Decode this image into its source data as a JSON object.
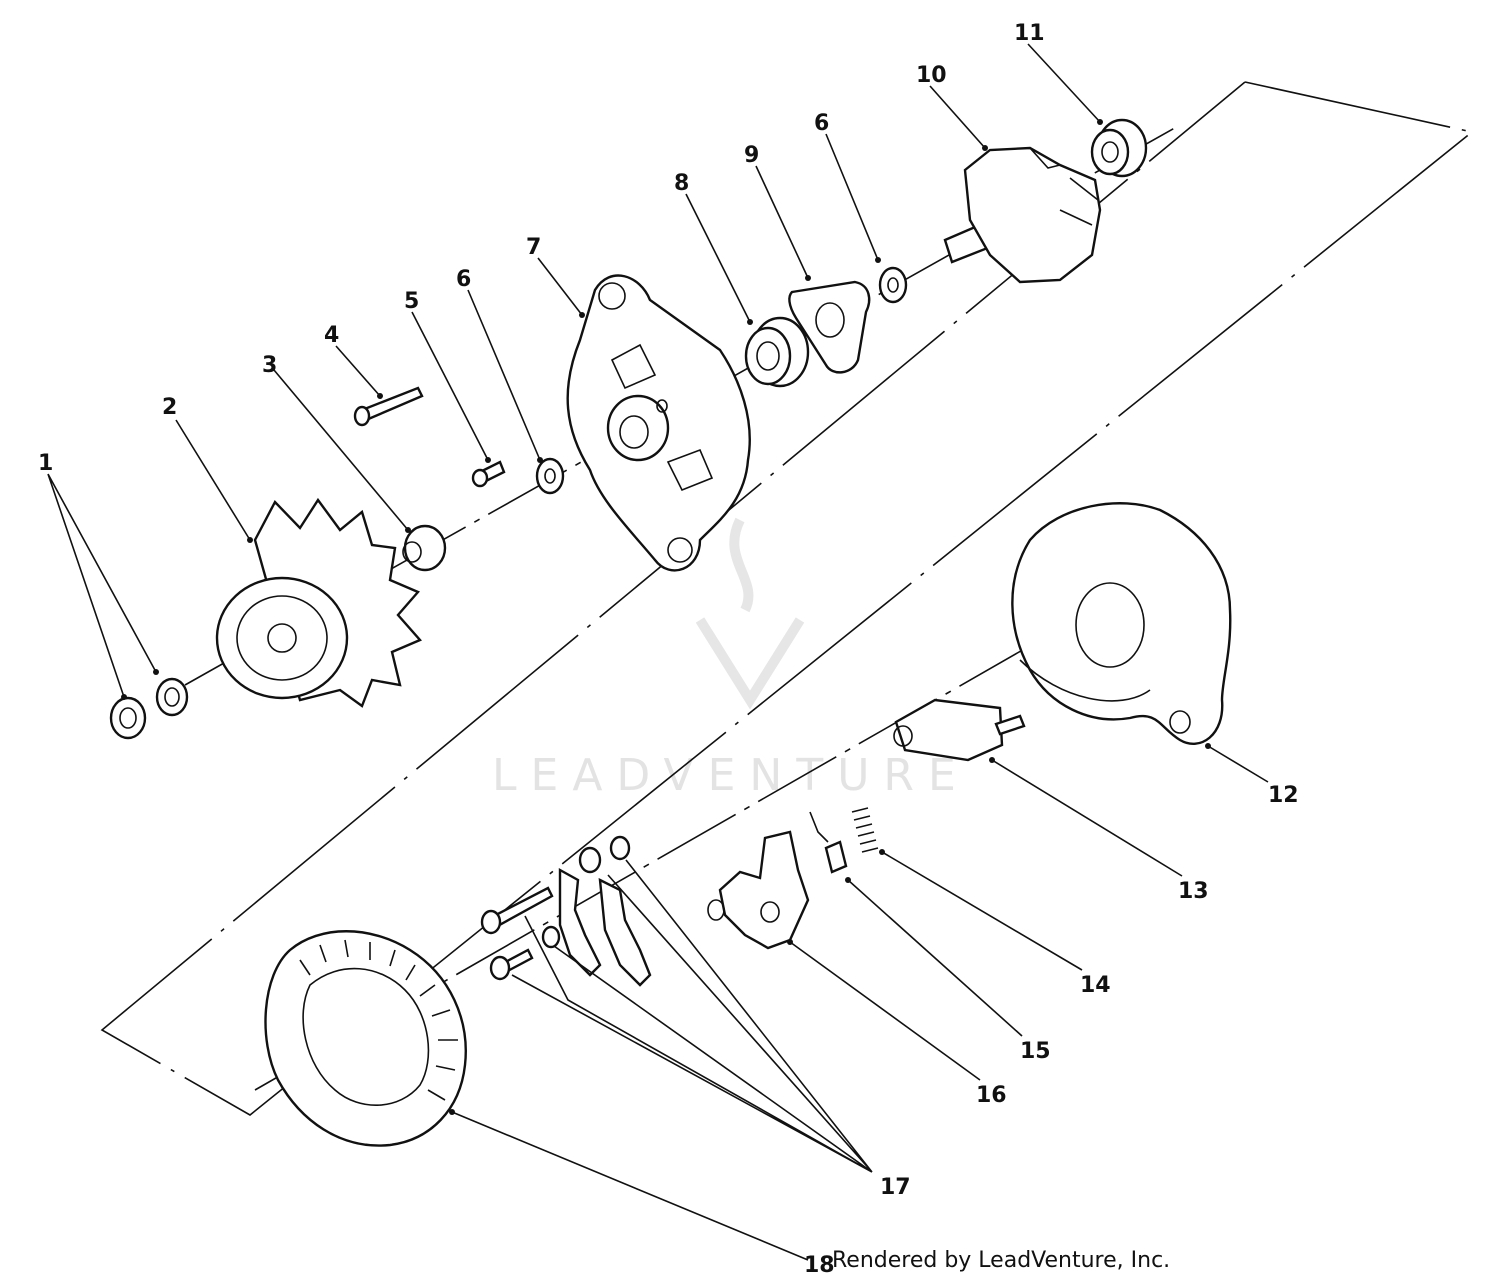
{
  "watermark": "LEADVENTURE",
  "credit": "Rendered by LeadVenture, Inc.",
  "callouts": {
    "c1": "1",
    "c2": "2",
    "c3": "3",
    "c4": "4",
    "c5": "5",
    "c6a": "6",
    "c7": "7",
    "c8": "8",
    "c9": "9",
    "c6b": "6",
    "c10": "10",
    "c11": "11",
    "c12": "12",
    "c13": "13",
    "c14": "14",
    "c15": "15",
    "c16": "16",
    "c17": "17",
    "c18": "18"
  },
  "colors": {
    "ink": "#111111",
    "watermark": "#e3e3e3",
    "background": "#ffffff"
  }
}
